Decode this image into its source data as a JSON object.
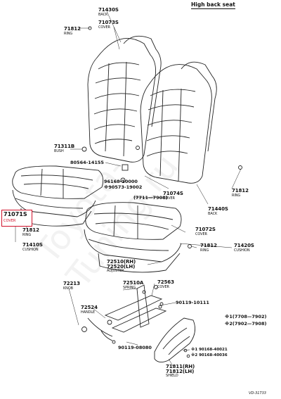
{
  "header": {
    "title": "High back seat"
  },
  "watermark": "Toyota-Tuning.ru",
  "footer_code": "VD-31733",
  "highlight": {
    "number": "71071S",
    "sub": "COVER",
    "color": "#d0102a"
  },
  "labels": {
    "back_71430s": {
      "number": "71430S",
      "sub": "BACK"
    },
    "cover_71073s": {
      "number": "71073S",
      "sub": "COVER"
    },
    "ring_71812_top": {
      "number": "71812",
      "sub": "RING"
    },
    "bush_71311b": {
      "number": "71311B",
      "sub": "BUSH"
    },
    "ring_71812_left": {
      "number": "71812",
      "sub": "RING"
    },
    "cushion_71410s": {
      "number": "71410S",
      "sub": "CUSHION"
    },
    "cover_71074s": {
      "number": "71074S",
      "sub": "COVER"
    },
    "ring_71812_right": {
      "number": "71812",
      "sub": "RING"
    },
    "back_71440s": {
      "number": "71440S",
      "sub": "BACK"
    },
    "cover_71072s": {
      "number": "71072S",
      "sub": "COVER"
    },
    "ring_71812_mid": {
      "number": "71812",
      "sub": "RING"
    },
    "cushion_71420s": {
      "number": "71420S",
      "sub": "CUSHION"
    },
    "adjuster_72510": {
      "number": "72510(RH)",
      "number2": "72520(LH)",
      "sub": "ADJUSTER"
    },
    "knob_72213": {
      "number": "72213",
      "sub": "KNOB"
    },
    "spring_72510a": {
      "number": "72510A",
      "sub": "SPRING"
    },
    "cover_72563": {
      "number": "72563",
      "sub": "COVER"
    },
    "handle_72524": {
      "number": "72524",
      "sub": "HANDLE"
    },
    "shield_71811": {
      "number": "71811(RH)",
      "number2": "71812(LH)",
      "sub": "SHIELD"
    }
  },
  "part_numbers": {
    "p80564": "80564-14155",
    "p96168": "96168-10000",
    "p90573": "※90573-19002",
    "date_range": "(7711—7908)",
    "p90119_10111": "90119-10111",
    "p90119_08080": "90119-08080",
    "date1": "※1(7708—7902)",
    "date2": "※2(7902—7908)",
    "p90168_40021": "※1 90168-40021",
    "p90168_40036": "※2 90168-40036"
  }
}
